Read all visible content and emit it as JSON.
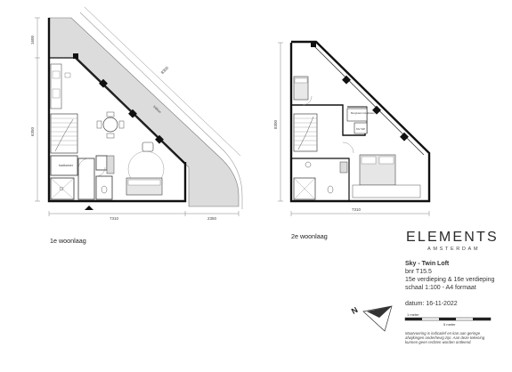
{
  "plan1": {
    "caption": "1e woonlaag",
    "dim_top_left": "1600",
    "dim_left": "6350",
    "dim_diagonal": "8300",
    "dim_bottom": "7310",
    "dim_bottom_right": "2350",
    "room_balcony": "balkon",
    "room_bath": "badkamer"
  },
  "plan2": {
    "caption": "2e woonlaag",
    "dim_left": "8300",
    "dim_bottom": "7310",
    "room_ventilation": "Bergkast installaties",
    "room_storage": "MV WP"
  },
  "brand": {
    "name": "ELEMENTS",
    "city": "AMSTERDAM"
  },
  "info": {
    "title": "Sky - Twin Loft",
    "bnr": "bnr T15.5",
    "floors": "15e verdieping & 16e verdieping",
    "scale": "schaal 1:100 - A4 formaat",
    "date": "datum: 16-11-2022"
  },
  "scalebar": {
    "label_top": "1 meter",
    "label_bottom": "5 meter"
  },
  "north": {
    "letter": "N"
  },
  "disclaimer": "Maatvoering is indicatief en kan aan geringe afwijkingen onderhevig zijn. Aan deze tekening kunnen geen rechten worden ontleend."
}
